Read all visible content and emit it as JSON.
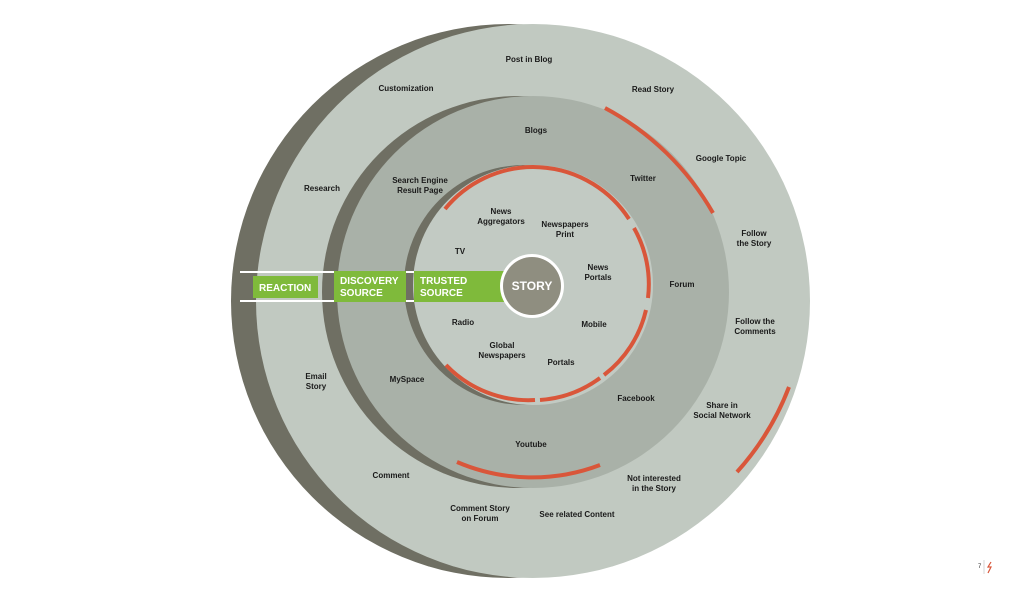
{
  "center": {
    "label": "STORY"
  },
  "bands": [
    {
      "id": "reaction",
      "lines": [
        "REACTION"
      ]
    },
    {
      "id": "discovery",
      "lines": [
        "DISCOVERY",
        "SOURCE"
      ]
    },
    {
      "id": "trusted",
      "lines": [
        "TRUSTED",
        "SOURCE"
      ]
    }
  ],
  "trusted_sources": [
    {
      "lines": [
        "News",
        "Aggregators"
      ]
    },
    {
      "lines": [
        "Newspapers",
        "Print"
      ]
    },
    {
      "lines": [
        "TV"
      ]
    },
    {
      "lines": [
        "News",
        "Portals"
      ]
    },
    {
      "lines": [
        "Radio"
      ]
    },
    {
      "lines": [
        "Mobile"
      ]
    },
    {
      "lines": [
        "Global",
        "Newspapers"
      ]
    },
    {
      "lines": [
        "Portals"
      ]
    }
  ],
  "discovery_sources": [
    {
      "lines": [
        "Blogs"
      ]
    },
    {
      "lines": [
        "Search Engine",
        "Result Page"
      ]
    },
    {
      "lines": [
        "Twitter"
      ]
    },
    {
      "lines": [
        "Forum"
      ]
    },
    {
      "lines": [
        "MySpace"
      ]
    },
    {
      "lines": [
        "Facebook"
      ]
    },
    {
      "lines": [
        "Youtube"
      ]
    }
  ],
  "reactions": [
    {
      "lines": [
        "Post in Blog"
      ]
    },
    {
      "lines": [
        "Customization"
      ]
    },
    {
      "lines": [
        "Read Story"
      ]
    },
    {
      "lines": [
        "Research"
      ]
    },
    {
      "lines": [
        "Google Topic"
      ]
    },
    {
      "lines": [
        "Follow",
        "the Story"
      ]
    },
    {
      "lines": [
        "Follow the",
        "Comments"
      ]
    },
    {
      "lines": [
        "Email",
        "Story"
      ]
    },
    {
      "lines": [
        "Share in",
        "Social Network"
      ]
    },
    {
      "lines": [
        "Comment"
      ]
    },
    {
      "lines": [
        "Not interested",
        "in the Story"
      ]
    },
    {
      "lines": [
        "Comment Story",
        "on Forum"
      ]
    },
    {
      "lines": [
        "See related Content"
      ]
    }
  ],
  "page_number": "7",
  "colors": {
    "outer_ring": "#c1c9c1",
    "middle_ring": "#a9b1a8",
    "inner_disc": "#c2cac3",
    "shadow": "#6f6f63",
    "accent_arc": "#d9563a",
    "band_green": "#7fba3b",
    "story_disc": "#8f8e80",
    "rule": "#ffffff"
  }
}
